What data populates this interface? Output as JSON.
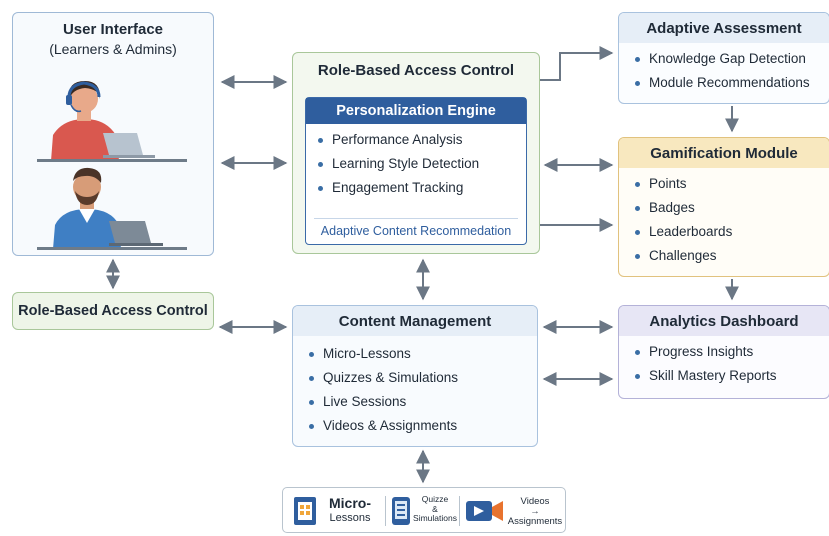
{
  "user_interface": {
    "title": "User Interface",
    "subtitle": "(Learners & Admins)"
  },
  "rbac_main": {
    "title": "Role-Based Access Control"
  },
  "personalization_engine": {
    "title": "Personalization Engine",
    "items": [
      "Performance Analysis",
      "Learning Style Detection",
      "Engagement Tracking"
    ],
    "footer": "Adaptive Content Recommedation"
  },
  "adaptive_assessment": {
    "title": "Adaptive Assessment",
    "items": [
      "Knowledge Gap Detection",
      "Module Recommendations"
    ]
  },
  "gamification": {
    "title": "Gamification Module",
    "items": [
      "Points",
      "Badges",
      "Leaderboards",
      "Challenges"
    ]
  },
  "analytics": {
    "title": "Analytics Dashboard",
    "items": [
      "Progress Insights",
      "Skill Mastery Reports"
    ]
  },
  "rbac_small": {
    "title": "Role-Based Access Control"
  },
  "content_management": {
    "title": "Content Management",
    "items": [
      "Micro-Lessons",
      "Quizzes & Simulations",
      "Live Sessions",
      "Videos & Assignments"
    ]
  },
  "content_types": {
    "micro": {
      "line1": "Micro-",
      "line2": "Lessons"
    },
    "quiz": {
      "line1": "Quizze",
      "line2": "&",
      "line3": "Simulations"
    },
    "videos": {
      "line1": "Videos",
      "line2": "→",
      "line3": "Assignments"
    }
  },
  "colors": {
    "accent_blue": "#2f5e9e",
    "green_border": "#a9c79a",
    "gold_header": "#f8e8bf",
    "purple_header": "#e7e6f5",
    "arrow": "#6b7785"
  }
}
